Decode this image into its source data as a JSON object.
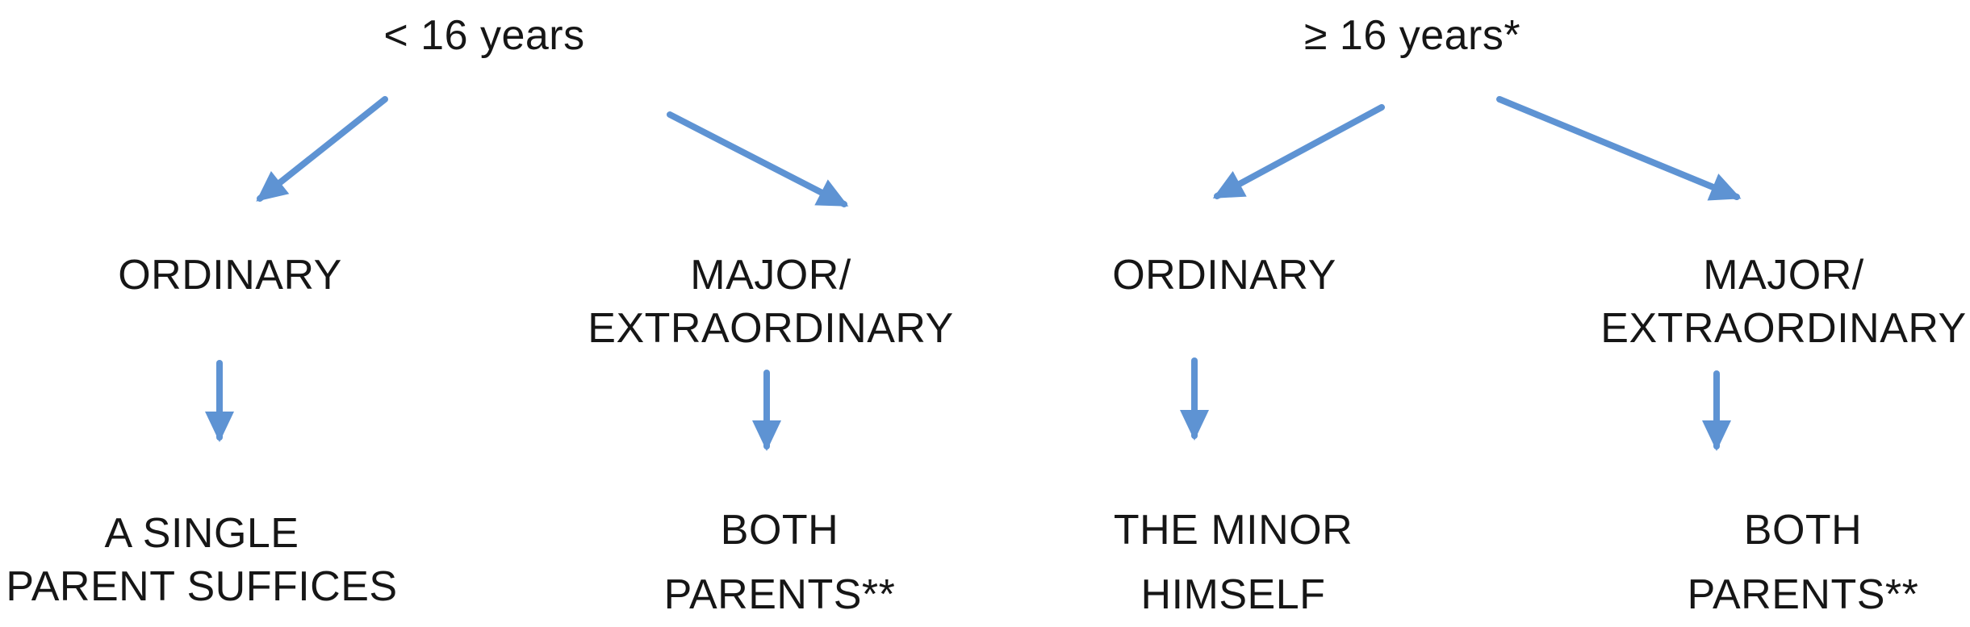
{
  "diagram": {
    "type": "decision-tree",
    "background": "#FFFFFF",
    "text_color": "#161616",
    "arrow_color": "#5E93D3",
    "branches": [
      {
        "root": "< 16 years",
        "children": [
          {
            "label": "ORDINARY",
            "outcome": "A SINGLE\nPARENT SUFFICES"
          },
          {
            "label": "MAJOR/\nEXTRAORDINARY",
            "outcome": "BOTH\nPARENTS**"
          }
        ]
      },
      {
        "root": "≥ 16 years*",
        "children": [
          {
            "label": "ORDINARY",
            "outcome": "THE MINOR\nHIMSELF"
          },
          {
            "label": "MAJOR/\nEXTRAORDINARY",
            "outcome": "BOTH\nPARENTS**"
          }
        ]
      }
    ]
  }
}
